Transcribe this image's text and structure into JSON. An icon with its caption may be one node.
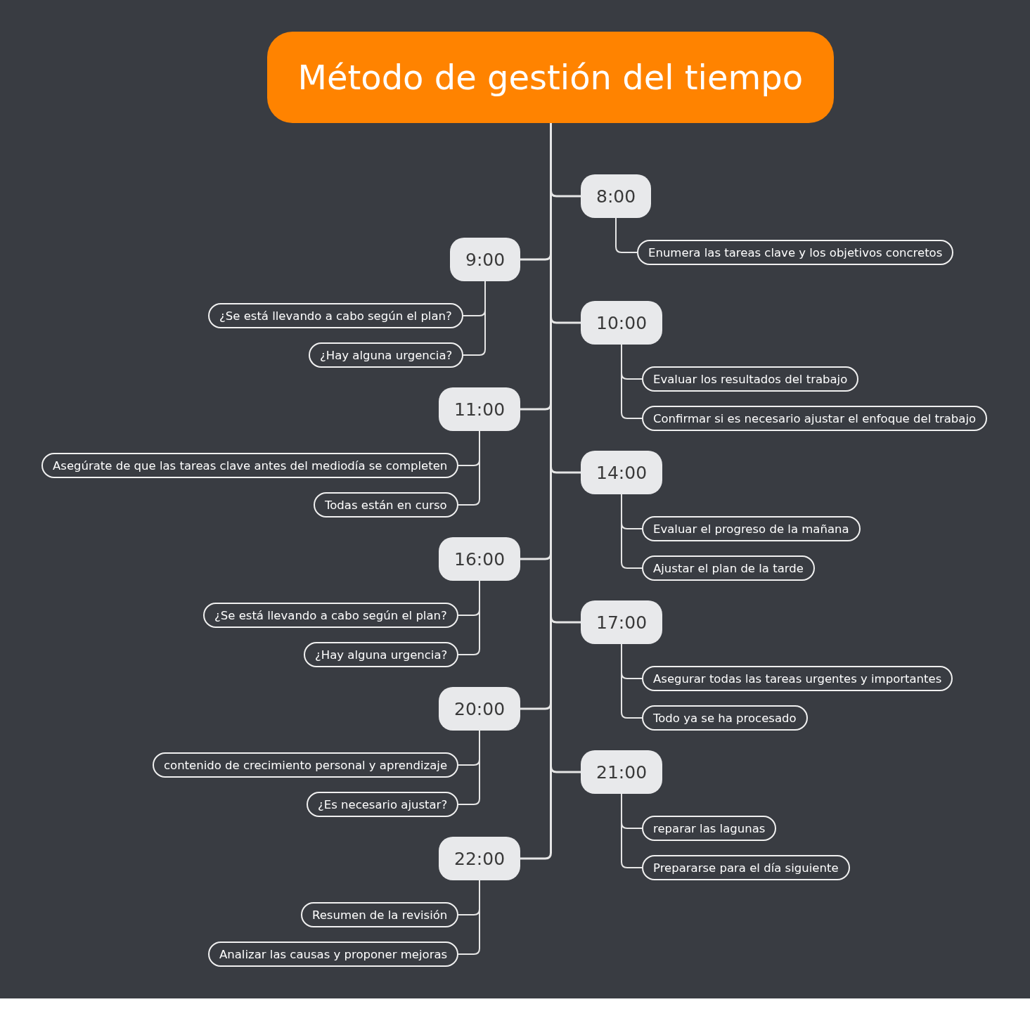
{
  "diagram": {
    "nodes": [
      {
        "text": [
          "Método de gestión del tiempo"
        ]
      },
      {
        "text": [
          "8:00"
        ]
      },
      {
        "text": [
          "Enumera las tareas clave y los objetivos concretos"
        ]
      },
      {
        "text": [
          "9:00"
        ]
      },
      {
        "text": [
          "¿Se está llevando a cabo según el plan?"
        ]
      },
      {
        "text": [
          "¿Hay alguna urgencia?"
        ]
      },
      {
        "text": [
          "10:00"
        ]
      },
      {
        "text": [
          "Evaluar los resultados del trabajo"
        ]
      },
      {
        "text": [
          "Confirmar si es necesario ajustar el enfoque del trabajo"
        ]
      },
      {
        "text": [
          "11:00"
        ]
      },
      {
        "text": [
          "Asegúrate de que las tareas clave antes del mediodía se completen"
        ]
      },
      {
        "text": [
          "Todas están en curso"
        ]
      },
      {
        "text": [
          "14:00"
        ]
      },
      {
        "text": [
          "Evaluar el progreso de la mañana"
        ]
      },
      {
        "text": [
          "Ajustar el plan de la tarde"
        ]
      },
      {
        "text": [
          "16:00"
        ]
      },
      {
        "text": [
          "¿Se está llevando a cabo según el plan?"
        ]
      },
      {
        "text": [
          "¿Hay alguna urgencia?"
        ]
      },
      {
        "text": [
          "17:00"
        ]
      },
      {
        "text": [
          "Asegurar todas las tareas urgentes y importantes"
        ]
      },
      {
        "text": [
          "Todo ya se ha procesado"
        ]
      },
      {
        "text": [
          "20:00"
        ]
      },
      {
        "text": [
          "contenido de crecimiento personal y aprendizaje"
        ]
      },
      {
        "text": [
          "¿Es necesario ajustar?"
        ]
      },
      {
        "text": [
          "21:00"
        ]
      },
      {
        "text": [
          "reparar las lagunas"
        ]
      },
      {
        "text": [
          "Prepararse para el día siguiente"
        ]
      },
      {
        "text": [
          "22:00"
        ]
      },
      {
        "text": [
          "Resumen de la revisión"
        ]
      },
      {
        "text": [
          "Analizar las causas y proponer mejoras"
        ]
      }
    ],
    "edges": [
      {
        "from": 0,
        "to": 1,
        "arrow": "none"
      },
      {
        "from": 1,
        "to": 2,
        "arrow": "none"
      },
      {
        "from": 0,
        "to": 3,
        "arrow": "none"
      },
      {
        "from": 3,
        "to": 4,
        "arrow": "none"
      },
      {
        "from": 3,
        "to": 5,
        "arrow": "none"
      },
      {
        "from": 0,
        "to": 6,
        "arrow": "none"
      },
      {
        "from": 6,
        "to": 7,
        "arrow": "none"
      },
      {
        "from": 6,
        "to": 8,
        "arrow": "none"
      },
      {
        "from": 0,
        "to": 9,
        "arrow": "none"
      },
      {
        "from": 9,
        "to": 10,
        "arrow": "none"
      },
      {
        "from": 9,
        "to": 11,
        "arrow": "none"
      },
      {
        "from": 0,
        "to": 12,
        "arrow": "none"
      },
      {
        "from": 12,
        "to": 13,
        "arrow": "none"
      },
      {
        "from": 12,
        "to": 14,
        "arrow": "none"
      },
      {
        "from": 0,
        "to": 15,
        "arrow": "none"
      },
      {
        "from": 15,
        "to": 16,
        "arrow": "none"
      },
      {
        "from": 15,
        "to": 17,
        "arrow": "none"
      },
      {
        "from": 0,
        "to": 18,
        "arrow": "none"
      },
      {
        "from": 18,
        "to": 19,
        "arrow": "none"
      },
      {
        "from": 18,
        "to": 20,
        "arrow": "none"
      },
      {
        "from": 0,
        "to": 21,
        "arrow": "none"
      },
      {
        "from": 21,
        "to": 22,
        "arrow": "none"
      },
      {
        "from": 21,
        "to": 23,
        "arrow": "none"
      },
      {
        "from": 0,
        "to": 24,
        "arrow": "none"
      },
      {
        "from": 24,
        "to": 25,
        "arrow": "none"
      },
      {
        "from": 24,
        "to": 26,
        "arrow": "none"
      },
      {
        "from": 0,
        "to": 27,
        "arrow": "none"
      },
      {
        "from": 27,
        "to": 28,
        "arrow": "none"
      },
      {
        "from": 27,
        "to": 29,
        "arrow": "none"
      }
    ]
  }
}
